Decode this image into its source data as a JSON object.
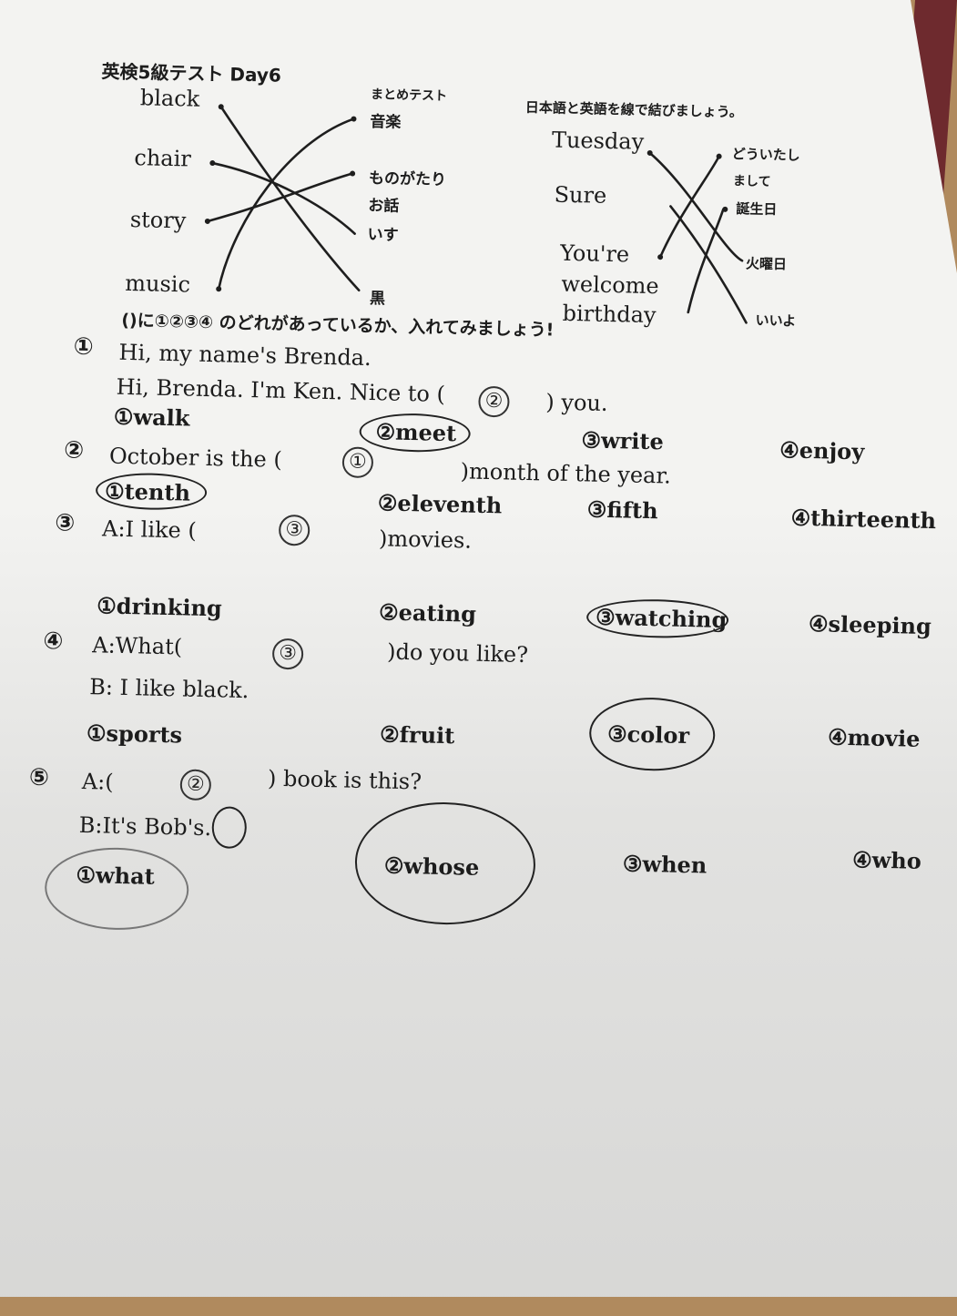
{
  "header": {
    "title": "英検5級テスト Day6",
    "subtitle": "まとめテスト",
    "instruction1": "日本語と英語を線で結びましょう。",
    "instruction2": "()に①②③④ のどれがあっているか、入れてみましょう!"
  },
  "matching_left": {
    "english": [
      "black",
      "chair",
      "story",
      "music"
    ],
    "japanese": [
      "音楽",
      "ものがたり",
      "お話",
      "いす",
      "黒"
    ]
  },
  "matching_right": {
    "english": [
      "Tuesday",
      "Sure",
      "You're",
      "welcome",
      "birthday"
    ],
    "japanese": [
      "どういたし",
      "まして",
      "誕生日",
      "火曜日",
      "いいよ"
    ]
  },
  "questions": [
    {
      "number": "①",
      "lines": [
        "Hi, my name's Brenda.",
        "Hi, Brenda. I'm Ken. Nice to (",
        ") you."
      ],
      "answer": "②",
      "options": [
        "①walk",
        "②meet",
        "③write",
        "④enjoy"
      ]
    },
    {
      "number": "②",
      "lines": [
        "October is the (",
        ")month  of the year."
      ],
      "answer": "①",
      "options": [
        "①tenth",
        "②eleventh",
        "③fifth",
        "④thirteenth"
      ]
    },
    {
      "number": "③",
      "lines": [
        "A:I like (",
        ")movies."
      ],
      "answer": "③",
      "options": [
        "①drinking",
        "②eating",
        "③watching",
        "④sleeping"
      ]
    },
    {
      "number": "④",
      "lines": [
        "A:What(",
        ")do you like?",
        "B:  I like black."
      ],
      "answer": "③",
      "options": [
        "①sports",
        "②fruit",
        "③color",
        "④movie"
      ]
    },
    {
      "number": "⑤",
      "lines": [
        "A:(",
        ") book is this?",
        "B:It's Bob's."
      ],
      "answer": "②",
      "options": [
        "①what",
        "②whose",
        "③when",
        "④who"
      ]
    }
  ]
}
